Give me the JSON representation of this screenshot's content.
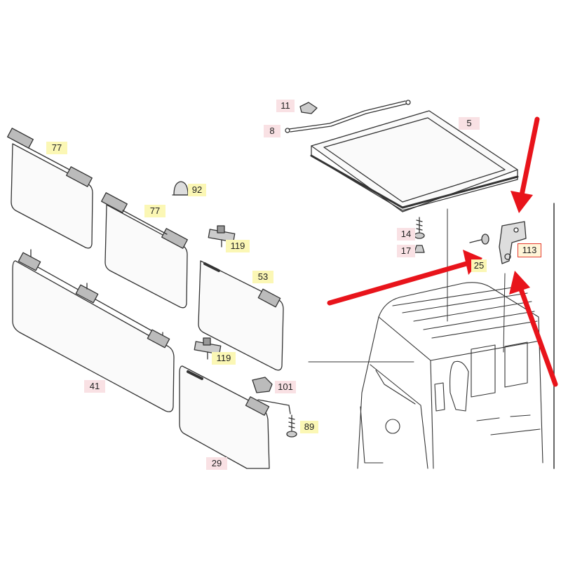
{
  "diagram": {
    "labels": {
      "p11": "11",
      "p8": "8",
      "p5": "5",
      "p77a": "77",
      "p77b": "77",
      "p92": "92",
      "p119a": "119",
      "p119b": "119",
      "p53": "53",
      "p14": "14",
      "p17": "17",
      "p25": "25",
      "p113": "113",
      "p41": "41",
      "p101": "101",
      "p89": "89",
      "p29": "29"
    },
    "colors": {
      "yellow_label_bg": "#fbf7b5",
      "pink_label_bg": "#f9e1e4",
      "highlight_box": "#e53a2e",
      "arrow": "#e8141b",
      "line_art": "#333333"
    },
    "highlighted_part": "113",
    "arrows": 3
  }
}
